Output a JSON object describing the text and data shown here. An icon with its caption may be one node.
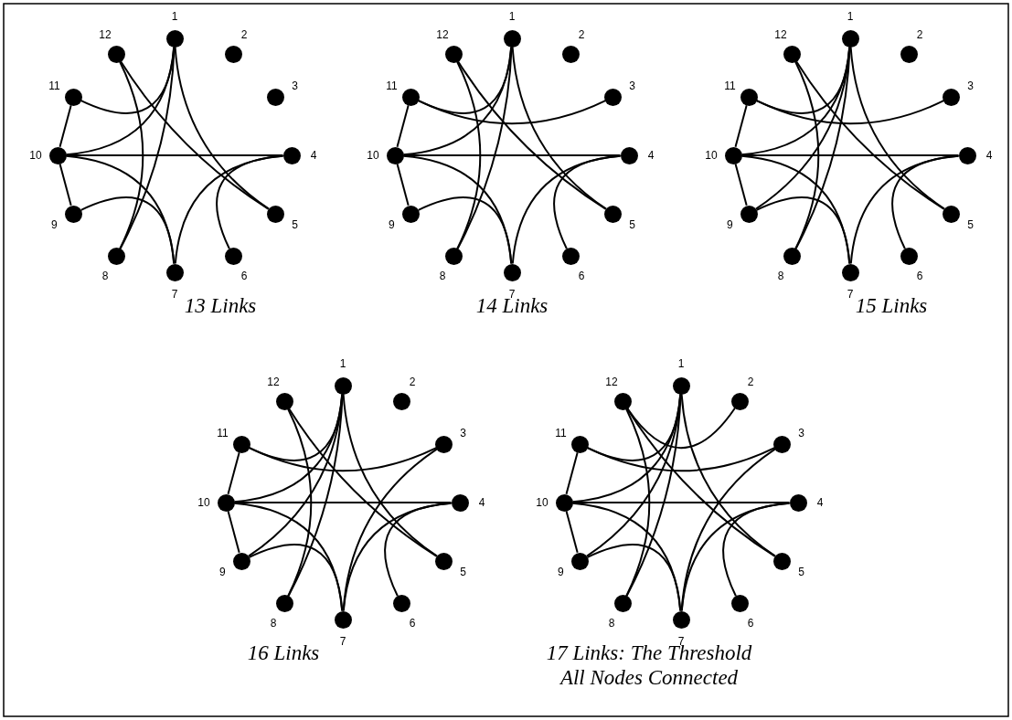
{
  "diagram": {
    "nodes": [
      {
        "text": [
          "13 Links"
        ]
      },
      {
        "text": [],
        "shape": "circle",
        "in": 0,
        "beside": [
          "1"
        ]
      },
      {
        "text": [],
        "shape": "circle",
        "in": 0,
        "beside": [
          "2"
        ]
      },
      {
        "text": [],
        "shape": "circle",
        "in": 0,
        "beside": [
          "3"
        ]
      },
      {
        "text": [],
        "shape": "circle",
        "in": 0,
        "beside": [
          "4"
        ]
      },
      {
        "text": [],
        "shape": "circle",
        "in": 0,
        "beside": [
          "5"
        ]
      },
      {
        "text": [],
        "shape": "circle",
        "in": 0,
        "beside": [
          "6"
        ]
      },
      {
        "text": [],
        "shape": "circle",
        "in": 0,
        "beside": [
          "7"
        ]
      },
      {
        "text": [],
        "shape": "circle",
        "in": 0,
        "beside": [
          "8"
        ]
      },
      {
        "text": [],
        "shape": "circle",
        "in": 0,
        "beside": [
          "9"
        ]
      },
      {
        "text": [],
        "shape": "circle",
        "in": 0,
        "beside": [
          "10"
        ]
      },
      {
        "text": [],
        "shape": "circle",
        "in": 0,
        "beside": [
          "11"
        ]
      },
      {
        "text": [],
        "shape": "circle",
        "in": 0,
        "beside": [
          "12"
        ]
      },
      {
        "text": [
          "14 Links"
        ]
      },
      {
        "text": [],
        "shape": "circle",
        "in": 13,
        "beside": [
          "1"
        ]
      },
      {
        "text": [],
        "shape": "circle",
        "in": 13,
        "beside": [
          "2"
        ]
      },
      {
        "text": [],
        "shape": "circle",
        "in": 13,
        "beside": [
          "3"
        ]
      },
      {
        "text": [],
        "shape": "circle",
        "in": 13,
        "beside": [
          "4"
        ]
      },
      {
        "text": [],
        "shape": "circle",
        "in": 13,
        "beside": [
          "5"
        ]
      },
      {
        "text": [],
        "shape": "circle",
        "in": 13,
        "beside": [
          "6"
        ]
      },
      {
        "text": [],
        "shape": "circle",
        "in": 13,
        "beside": [
          "7"
        ]
      },
      {
        "text": [],
        "shape": "circle",
        "in": 13,
        "beside": [
          "8"
        ]
      },
      {
        "text": [],
        "shape": "circle",
        "in": 13,
        "beside": [
          "9"
        ]
      },
      {
        "text": [],
        "shape": "circle",
        "in": 13,
        "beside": [
          "10"
        ]
      },
      {
        "text": [],
        "shape": "circle",
        "in": 13,
        "beside": [
          "11"
        ]
      },
      {
        "text": [],
        "shape": "circle",
        "in": 13,
        "beside": [
          "12"
        ]
      },
      {
        "text": [
          "15 Links"
        ]
      },
      {
        "text": [],
        "shape": "circle",
        "in": 26,
        "beside": [
          "1"
        ]
      },
      {
        "text": [],
        "shape": "circle",
        "in": 26,
        "beside": [
          "2"
        ]
      },
      {
        "text": [],
        "shape": "circle",
        "in": 26,
        "beside": [
          "3"
        ]
      },
      {
        "text": [],
        "shape": "circle",
        "in": 26,
        "beside": [
          "4"
        ]
      },
      {
        "text": [],
        "shape": "circle",
        "in": 26,
        "beside": [
          "5"
        ]
      },
      {
        "text": [],
        "shape": "circle",
        "in": 26,
        "beside": [
          "6"
        ]
      },
      {
        "text": [],
        "shape": "circle",
        "in": 26,
        "beside": [
          "7"
        ]
      },
      {
        "text": [],
        "shape": "circle",
        "in": 26,
        "beside": [
          "8"
        ]
      },
      {
        "text": [],
        "shape": "circle",
        "in": 26,
        "beside": [
          "9"
        ]
      },
      {
        "text": [],
        "shape": "circle",
        "in": 26,
        "beside": [
          "10"
        ]
      },
      {
        "text": [],
        "shape": "circle",
        "in": 26,
        "beside": [
          "11"
        ]
      },
      {
        "text": [],
        "shape": "circle",
        "in": 26,
        "beside": [
          "12"
        ]
      },
      {
        "text": [
          "16 Links"
        ]
      },
      {
        "text": [],
        "shape": "circle",
        "in": 39,
        "beside": [
          "1"
        ]
      },
      {
        "text": [],
        "shape": "circle",
        "in": 39,
        "beside": [
          "2"
        ]
      },
      {
        "text": [],
        "shape": "circle",
        "in": 39,
        "beside": [
          "3"
        ]
      },
      {
        "text": [],
        "shape": "circle",
        "in": 39,
        "beside": [
          "4"
        ]
      },
      {
        "text": [],
        "shape": "circle",
        "in": 39,
        "beside": [
          "5"
        ]
      },
      {
        "text": [],
        "shape": "circle",
        "in": 39,
        "beside": [
          "6"
        ]
      },
      {
        "text": [],
        "shape": "circle",
        "in": 39,
        "beside": [
          "7"
        ]
      },
      {
        "text": [],
        "shape": "circle",
        "in": 39,
        "beside": [
          "8"
        ]
      },
      {
        "text": [],
        "shape": "circle",
        "in": 39,
        "beside": [
          "9"
        ]
      },
      {
        "text": [],
        "shape": "circle",
        "in": 39,
        "beside": [
          "10"
        ]
      },
      {
        "text": [],
        "shape": "circle",
        "in": 39,
        "beside": [
          "11"
        ]
      },
      {
        "text": [],
        "shape": "circle",
        "in": 39,
        "beside": [
          "12"
        ]
      },
      {
        "text": [
          "17 Links: The Threshold All Nodes Connected"
        ]
      },
      {
        "text": [],
        "shape": "circle",
        "in": 52,
        "beside": [
          "1"
        ]
      },
      {
        "text": [],
        "shape": "circle",
        "in": 52,
        "beside": [
          "2"
        ]
      },
      {
        "text": [],
        "shape": "circle",
        "in": 52,
        "beside": [
          "3"
        ]
      },
      {
        "text": [],
        "shape": "circle",
        "in": 52,
        "beside": [
          "4"
        ]
      },
      {
        "text": [],
        "shape": "circle",
        "in": 52,
        "beside": [
          "5"
        ]
      },
      {
        "text": [],
        "shape": "circle",
        "in": 52,
        "beside": [
          "6"
        ]
      },
      {
        "text": [],
        "shape": "circle",
        "in": 52,
        "beside": [
          "7"
        ]
      },
      {
        "text": [],
        "shape": "circle",
        "in": 52,
        "beside": [
          "8"
        ]
      },
      {
        "text": [],
        "shape": "circle",
        "in": 52,
        "beside": [
          "9"
        ]
      },
      {
        "text": [],
        "shape": "circle",
        "in": 52,
        "beside": [
          "10"
        ]
      },
      {
        "text": [],
        "shape": "circle",
        "in": 52,
        "beside": [
          "11"
        ]
      },
      {
        "text": [],
        "shape": "circle",
        "in": 52,
        "beside": [
          "12"
        ]
      }
    ],
    "edges": [
      {
        "from": 10,
        "to": 11,
        "arrow": "none"
      },
      {
        "from": 10,
        "to": 9,
        "arrow": "none"
      },
      {
        "from": 10,
        "to": 4,
        "arrow": "none"
      },
      {
        "from": 1,
        "to": 11,
        "arrow": "none"
      },
      {
        "from": 1,
        "to": 10,
        "arrow": "none"
      },
      {
        "from": 1,
        "to": 8,
        "arrow": "none"
      },
      {
        "from": 1,
        "to": 5,
        "arrow": "none"
      },
      {
        "from": 12,
        "to": 5,
        "arrow": "none"
      },
      {
        "from": 12,
        "to": 8,
        "arrow": "none"
      },
      {
        "from": 10,
        "to": 7,
        "arrow": "none"
      },
      {
        "from": 9,
        "to": 7,
        "arrow": "none"
      },
      {
        "from": 4,
        "to": 7,
        "arrow": "none"
      },
      {
        "from": 4,
        "to": 6,
        "arrow": "none"
      },
      {
        "from": 23,
        "to": 24,
        "arrow": "none"
      },
      {
        "from": 23,
        "to": 22,
        "arrow": "none"
      },
      {
        "from": 23,
        "to": 17,
        "arrow": "none"
      },
      {
        "from": 14,
        "to": 24,
        "arrow": "none"
      },
      {
        "from": 14,
        "to": 23,
        "arrow": "none"
      },
      {
        "from": 14,
        "to": 21,
        "arrow": "none"
      },
      {
        "from": 14,
        "to": 18,
        "arrow": "none"
      },
      {
        "from": 25,
        "to": 18,
        "arrow": "none"
      },
      {
        "from": 25,
        "to": 21,
        "arrow": "none"
      },
      {
        "from": 23,
        "to": 20,
        "arrow": "none"
      },
      {
        "from": 22,
        "to": 20,
        "arrow": "none"
      },
      {
        "from": 17,
        "to": 20,
        "arrow": "none"
      },
      {
        "from": 17,
        "to": 19,
        "arrow": "none"
      },
      {
        "from": 24,
        "to": 16,
        "arrow": "none"
      },
      {
        "from": 36,
        "to": 37,
        "arrow": "none"
      },
      {
        "from": 36,
        "to": 35,
        "arrow": "none"
      },
      {
        "from": 36,
        "to": 30,
        "arrow": "none"
      },
      {
        "from": 27,
        "to": 37,
        "arrow": "none"
      },
      {
        "from": 27,
        "to": 36,
        "arrow": "none"
      },
      {
        "from": 27,
        "to": 34,
        "arrow": "none"
      },
      {
        "from": 27,
        "to": 31,
        "arrow": "none"
      },
      {
        "from": 38,
        "to": 31,
        "arrow": "none"
      },
      {
        "from": 38,
        "to": 34,
        "arrow": "none"
      },
      {
        "from": 36,
        "to": 33,
        "arrow": "none"
      },
      {
        "from": 35,
        "to": 33,
        "arrow": "none"
      },
      {
        "from": 30,
        "to": 33,
        "arrow": "none"
      },
      {
        "from": 30,
        "to": 32,
        "arrow": "none"
      },
      {
        "from": 37,
        "to": 29,
        "arrow": "none"
      },
      {
        "from": 35,
        "to": 27,
        "arrow": "none"
      },
      {
        "from": 49,
        "to": 50,
        "arrow": "none"
      },
      {
        "from": 49,
        "to": 48,
        "arrow": "none"
      },
      {
        "from": 49,
        "to": 43,
        "arrow": "none"
      },
      {
        "from": 40,
        "to": 50,
        "arrow": "none"
      },
      {
        "from": 40,
        "to": 49,
        "arrow": "none"
      },
      {
        "from": 40,
        "to": 47,
        "arrow": "none"
      },
      {
        "from": 40,
        "to": 44,
        "arrow": "none"
      },
      {
        "from": 51,
        "to": 44,
        "arrow": "none"
      },
      {
        "from": 51,
        "to": 47,
        "arrow": "none"
      },
      {
        "from": 49,
        "to": 46,
        "arrow": "none"
      },
      {
        "from": 48,
        "to": 46,
        "arrow": "none"
      },
      {
        "from": 43,
        "to": 46,
        "arrow": "none"
      },
      {
        "from": 43,
        "to": 45,
        "arrow": "none"
      },
      {
        "from": 50,
        "to": 42,
        "arrow": "none"
      },
      {
        "from": 48,
        "to": 40,
        "arrow": "none"
      },
      {
        "from": 42,
        "to": 46,
        "arrow": "none"
      },
      {
        "from": 62,
        "to": 63,
        "arrow": "none"
      },
      {
        "from": 62,
        "to": 61,
        "arrow": "none"
      },
      {
        "from": 62,
        "to": 56,
        "arrow": "none"
      },
      {
        "from": 53,
        "to": 63,
        "arrow": "none"
      },
      {
        "from": 53,
        "to": 62,
        "arrow": "none"
      },
      {
        "from": 53,
        "to": 60,
        "arrow": "none"
      },
      {
        "from": 53,
        "to": 57,
        "arrow": "none"
      },
      {
        "from": 64,
        "to": 57,
        "arrow": "none"
      },
      {
        "from": 64,
        "to": 60,
        "arrow": "none"
      },
      {
        "from": 62,
        "to": 59,
        "arrow": "none"
      },
      {
        "from": 61,
        "to": 59,
        "arrow": "none"
      },
      {
        "from": 56,
        "to": 59,
        "arrow": "none"
      },
      {
        "from": 56,
        "to": 58,
        "arrow": "none"
      },
      {
        "from": 63,
        "to": 55,
        "arrow": "none"
      },
      {
        "from": 61,
        "to": 53,
        "arrow": "none"
      },
      {
        "from": 55,
        "to": 59,
        "arrow": "none"
      },
      {
        "from": 64,
        "to": 54,
        "arrow": "none"
      }
    ]
  }
}
